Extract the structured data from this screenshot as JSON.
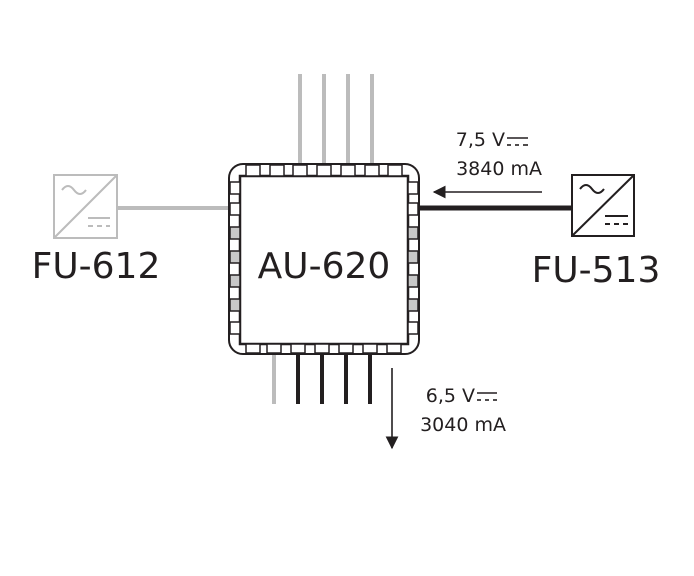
{
  "main_unit": {
    "label": "AU-620"
  },
  "left_supply": {
    "label": "FU-612"
  },
  "right_supply": {
    "label": "FU-513"
  },
  "input_power": {
    "voltage": "7,5 V",
    "current": "3840 mA"
  },
  "output_power": {
    "voltage": "6,5 V",
    "current": "3040 mA"
  },
  "colors": {
    "line": "#231f20",
    "inactive": "#bcbcbc",
    "pad": "#c8c8c8"
  }
}
